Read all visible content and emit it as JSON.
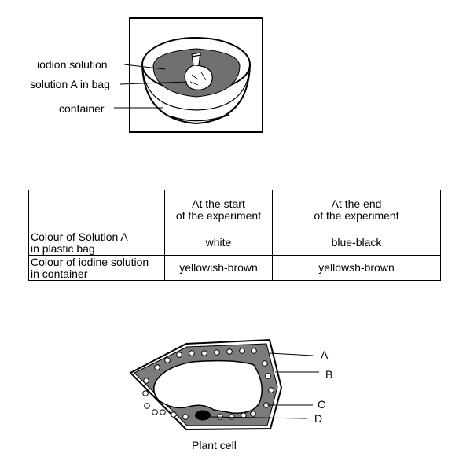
{
  "figure1": {
    "labels": {
      "iodine": "iodion solution",
      "solution_a": "solution A in bag",
      "container": "container"
    }
  },
  "table": {
    "header": [
      "",
      "At the start\nof the experiment",
      "At the end\nof the experiment"
    ],
    "rows": [
      [
        "Colour of Solution A\nin plastic bag",
        "white",
        "blue-black"
      ],
      [
        "Colour of iodine solution\nin container",
        "yellowish-brown",
        "yellowsh-brown"
      ]
    ]
  },
  "figure2": {
    "labels": {
      "a": "A",
      "b": "B",
      "c": "C",
      "d": "D"
    },
    "caption": "Plant cell"
  }
}
